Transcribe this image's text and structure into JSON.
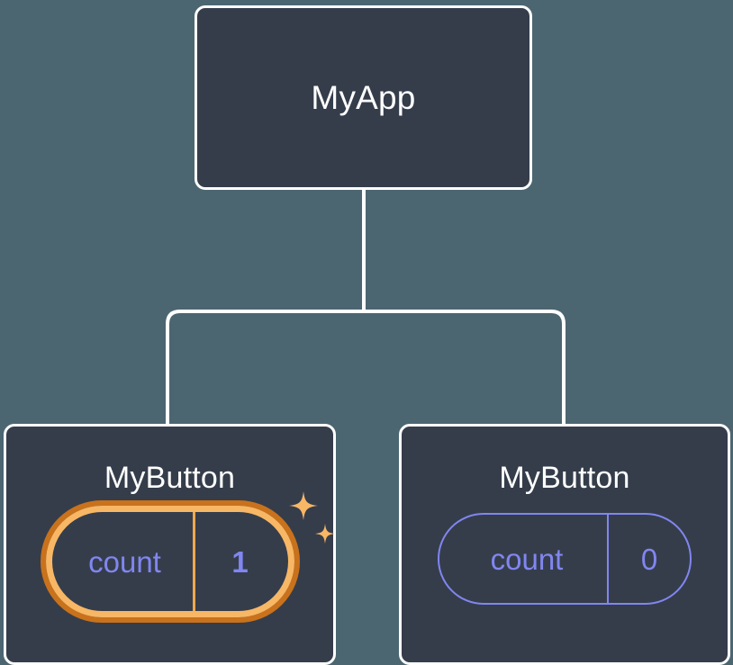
{
  "diagram": {
    "type": "component-tree",
    "background_color": "#4c6671",
    "node_fill_color": "#353d4b",
    "node_border_color": "#ffffff",
    "edge_color": "#ffffff",
    "state_color": "#8186f0",
    "highlight_outer_color": "#c9721b",
    "highlight_inner_color": "#f8b765",
    "sparkle_color": "#f8b765"
  },
  "root": {
    "title": "MyApp"
  },
  "children": [
    {
      "title": "MyButton",
      "state": {
        "key": "count",
        "value": "1"
      },
      "highlighted": true,
      "sparkle_large": "four-point-star",
      "sparkle_small": "four-point-star"
    },
    {
      "title": "MyButton",
      "state": {
        "key": "count",
        "value": "0"
      },
      "highlighted": false
    }
  ]
}
